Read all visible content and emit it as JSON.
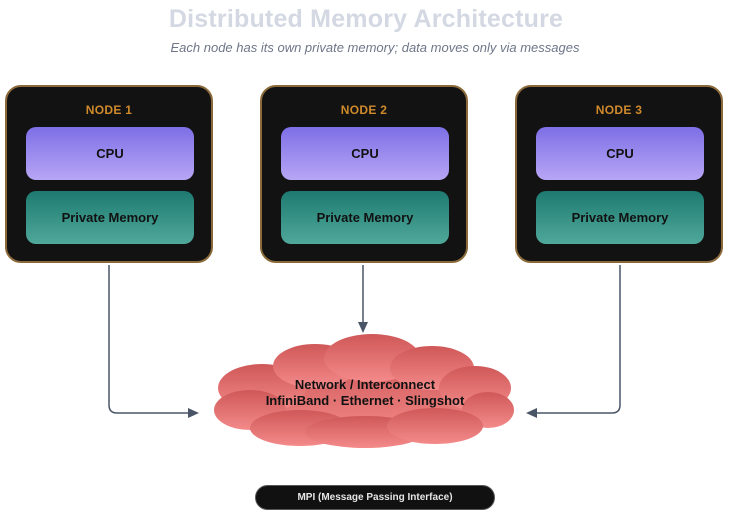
{
  "title": "Distributed Memory Architecture",
  "subtitle": "Each node has its own private memory; data moves only via messages",
  "nodes": [
    {
      "label": "NODE 1",
      "cpu": "CPU",
      "memory": "Private Memory"
    },
    {
      "label": "NODE 2",
      "cpu": "CPU",
      "memory": "Private Memory"
    },
    {
      "label": "NODE 3",
      "cpu": "CPU",
      "memory": "Private Memory"
    }
  ],
  "network": {
    "line1": "Network / Interconnect",
    "line2": "InfiniBand · Ethernet · Slingshot"
  },
  "mpi_label": "MPI (Message Passing Interface)",
  "colors": {
    "node_bg": "#121212",
    "node_border": "#8a6a3a",
    "node_label": "#d08a2c",
    "cpu": "#9a8af0",
    "memory": "#2e8a7e",
    "cloud": "#e87070",
    "arrow": "#4a5668"
  }
}
